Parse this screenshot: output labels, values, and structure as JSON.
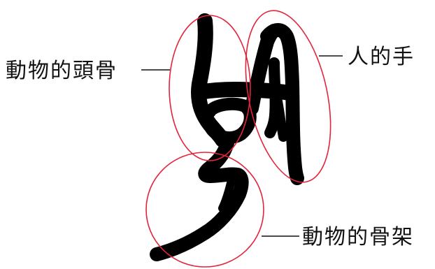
{
  "labels": {
    "animal_head_bone": "動物的頭骨",
    "human_hand": "人的手",
    "animal_skeleton": "動物的骨架"
  },
  "colors": {
    "annotation_stroke": "#e3243b",
    "glyph_fill": "#000000",
    "background": "#ffffff"
  }
}
